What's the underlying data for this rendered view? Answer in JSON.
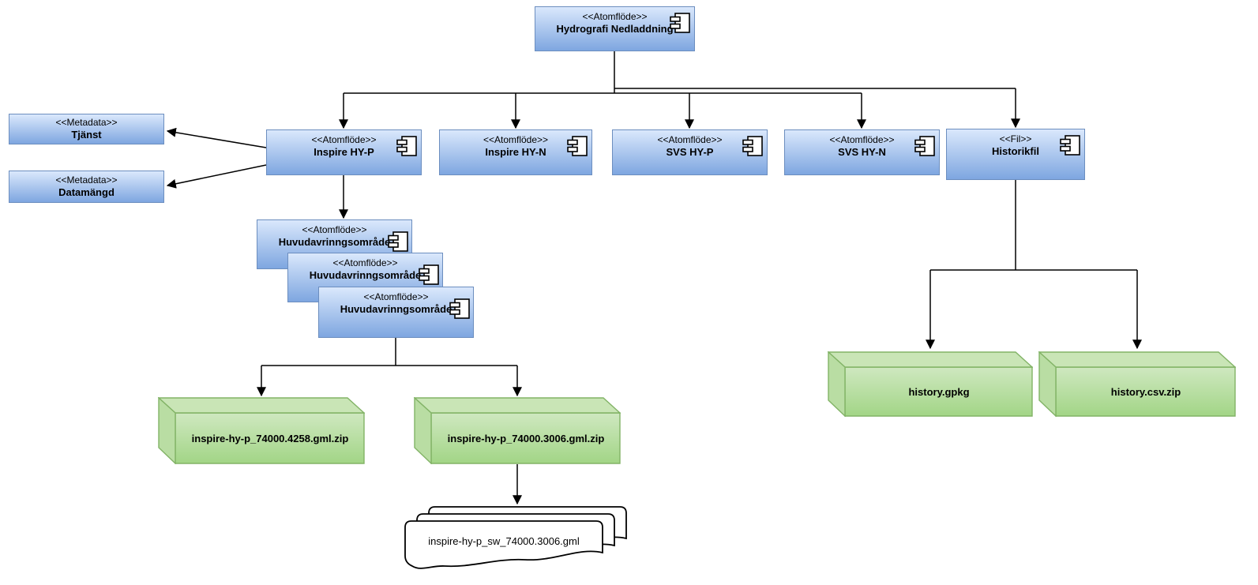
{
  "nodes": {
    "root": {
      "stereotype": "<<Atomflöde>>",
      "name": "Hydrografi Nedladdning"
    },
    "tjanst": {
      "stereotype": "<<Metadata>>",
      "name": "Tjänst"
    },
    "datamangd": {
      "stereotype": "<<Metadata>>",
      "name": "Datamängd"
    },
    "inspire_hy_p": {
      "stereotype": "<<Atomflöde>>",
      "name": "Inspire HY-P"
    },
    "inspire_hy_n": {
      "stereotype": "<<Atomflöde>>",
      "name": "Inspire HY-N"
    },
    "svs_hy_p": {
      "stereotype": "<<Atomflöde>>",
      "name": "SVS HY-P"
    },
    "svs_hy_n": {
      "stereotype": "<<Atomflöde>>",
      "name": "SVS HY-N"
    },
    "historikfil": {
      "stereotype": "<<Fil>>",
      "name": "Historikfil"
    },
    "huvud_1": {
      "stereotype": "<<Atomflöde>>",
      "name": "Huvudavrinngsområde"
    },
    "huvud_2": {
      "stereotype": "<<Atomflöde>>",
      "name": "Huvudavrinngsområde"
    },
    "huvud_3": {
      "stereotype": "<<Atomflöde>>",
      "name": "Huvudavrinngsområde"
    },
    "zip_4258": {
      "name": "inspire-hy-p_74000.4258.gml.zip"
    },
    "zip_3006": {
      "name": "inspire-hy-p_74000.3006.gml.zip"
    },
    "history_gpkg": {
      "name": "history.gpkg"
    },
    "history_csv_zip": {
      "name": "history.csv.zip"
    },
    "gml_document": {
      "name": "inspire-hy-p_sw_74000.3006.gml"
    }
  },
  "colors": {
    "component_gradient_top": "#dae8fc",
    "component_gradient_bottom": "#7ea6e0",
    "component_border": "#6c8ebf",
    "artifact_gradient_top": "#cfe8c0",
    "artifact_gradient_bottom": "#a2d586",
    "artifact_border": "#82b366",
    "document_fill": "#ffffff",
    "connector": "#000000"
  }
}
